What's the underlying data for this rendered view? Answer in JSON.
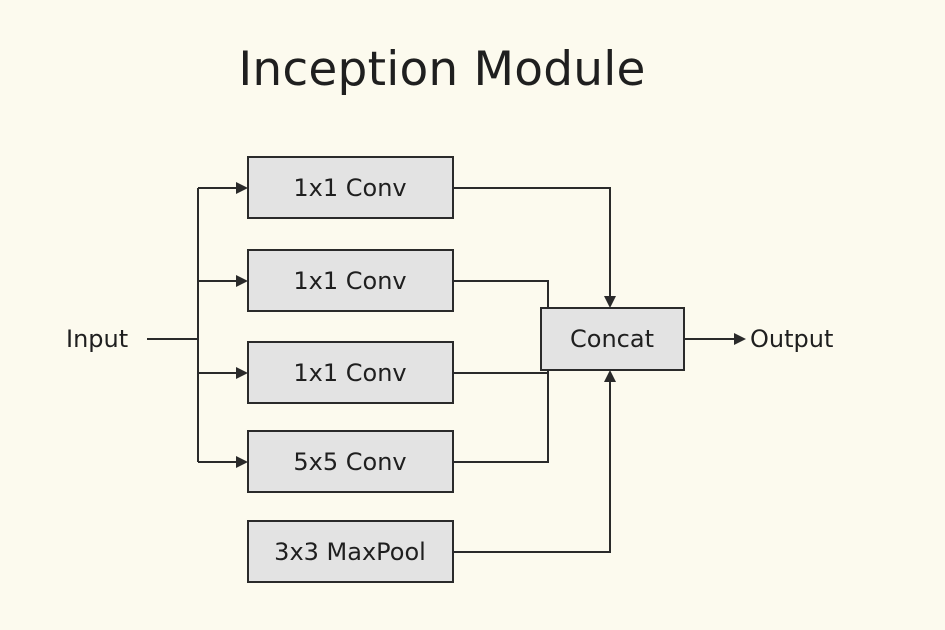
{
  "title": "Inception Module",
  "input_label": "Input",
  "output_label": "Output",
  "branches": [
    {
      "label": "1x1 Conv"
    },
    {
      "label": "1x1 Conv"
    },
    {
      "label": "1x1 Conv"
    },
    {
      "label": "5x5 Conv"
    },
    {
      "label": "3x3 MaxPool"
    }
  ],
  "concat_label": "Concat"
}
